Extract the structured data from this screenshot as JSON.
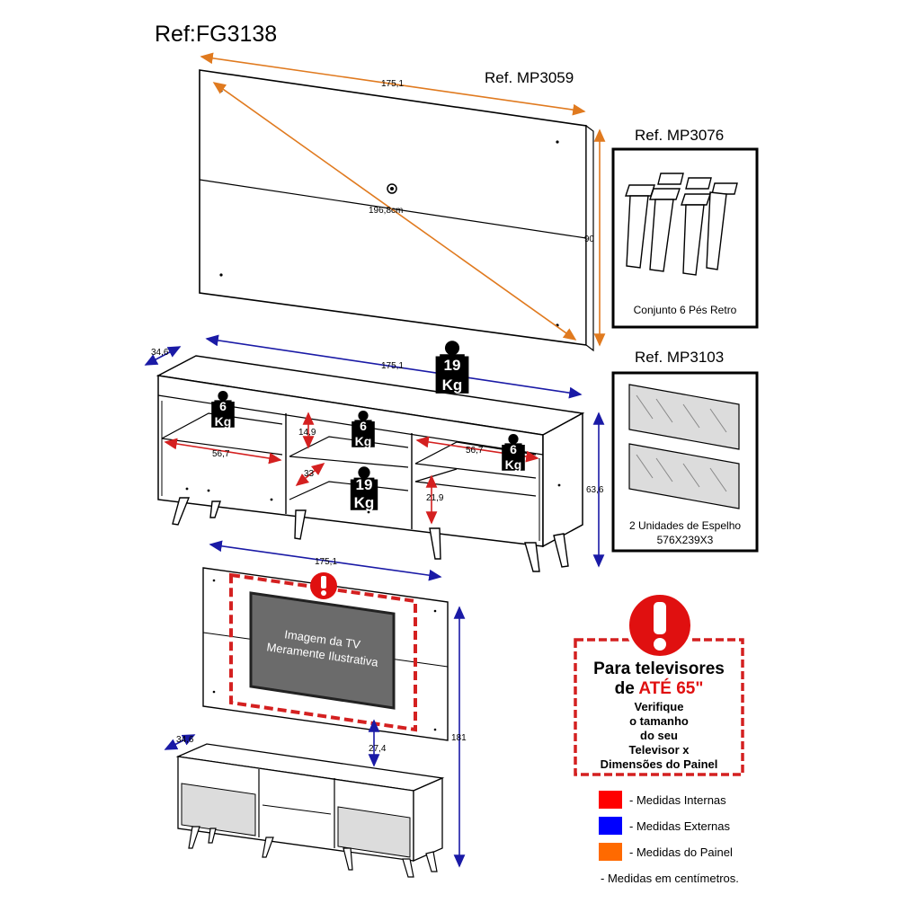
{
  "main_ref": "Ref:FG3138",
  "panel": {
    "ref": "Ref. MP3059",
    "width": "175,1",
    "diagonal": "196,8cm",
    "height": "90"
  },
  "feet_box": {
    "ref": "Ref. MP3076",
    "caption": "Conjunto 6 Pés Retro"
  },
  "mirror_box": {
    "ref": "Ref. MP3103",
    "caption_line1": "2 Unidades de Espelho",
    "caption_line2": "576X239X3"
  },
  "rack": {
    "depth": "34,6",
    "width": "175,1",
    "height": "63,6",
    "shelf_left": "56,7",
    "shelf_right": "56,7",
    "niche_height": "14,9",
    "niche_depth": "33",
    "lower_height": "21,9",
    "load_top": [
      "19",
      "Kg"
    ],
    "load_left": [
      "6",
      "Kg"
    ],
    "load_center": [
      "6",
      "Kg"
    ],
    "load_right": [
      "6",
      "Kg"
    ],
    "load_middle": [
      "19",
      "Kg"
    ]
  },
  "assembly": {
    "width": "175,1",
    "depth": "34,6",
    "total_height": "181",
    "gap": "27,4",
    "tv_text_line1": "Imagem da TV",
    "tv_text_line2": "Meramente Ilustrativa"
  },
  "warning": {
    "line1": "Para televisores",
    "line2_prefix": "de ",
    "line2_highlight": "ATÉ 65\"",
    "line3": "Verifique",
    "line4": "o tamanho",
    "line5": "do seu",
    "line6": "Televisor x",
    "line7": "Dimensões do Painel"
  },
  "legend": {
    "items": [
      {
        "label": "- Medidas Internas",
        "color": "#ff0000"
      },
      {
        "label": "- Medidas Externas",
        "color": "#0000ff"
      },
      {
        "label": "- Medidas do Painel",
        "color": "#ff6a00"
      }
    ],
    "note": "- Medidas em centímetros."
  },
  "colors": {
    "internal": "#e02020",
    "external": "#1a1aa6",
    "panel": "#e07a1f",
    "alert": "#e01010",
    "mirror": "#dcdcdc"
  }
}
